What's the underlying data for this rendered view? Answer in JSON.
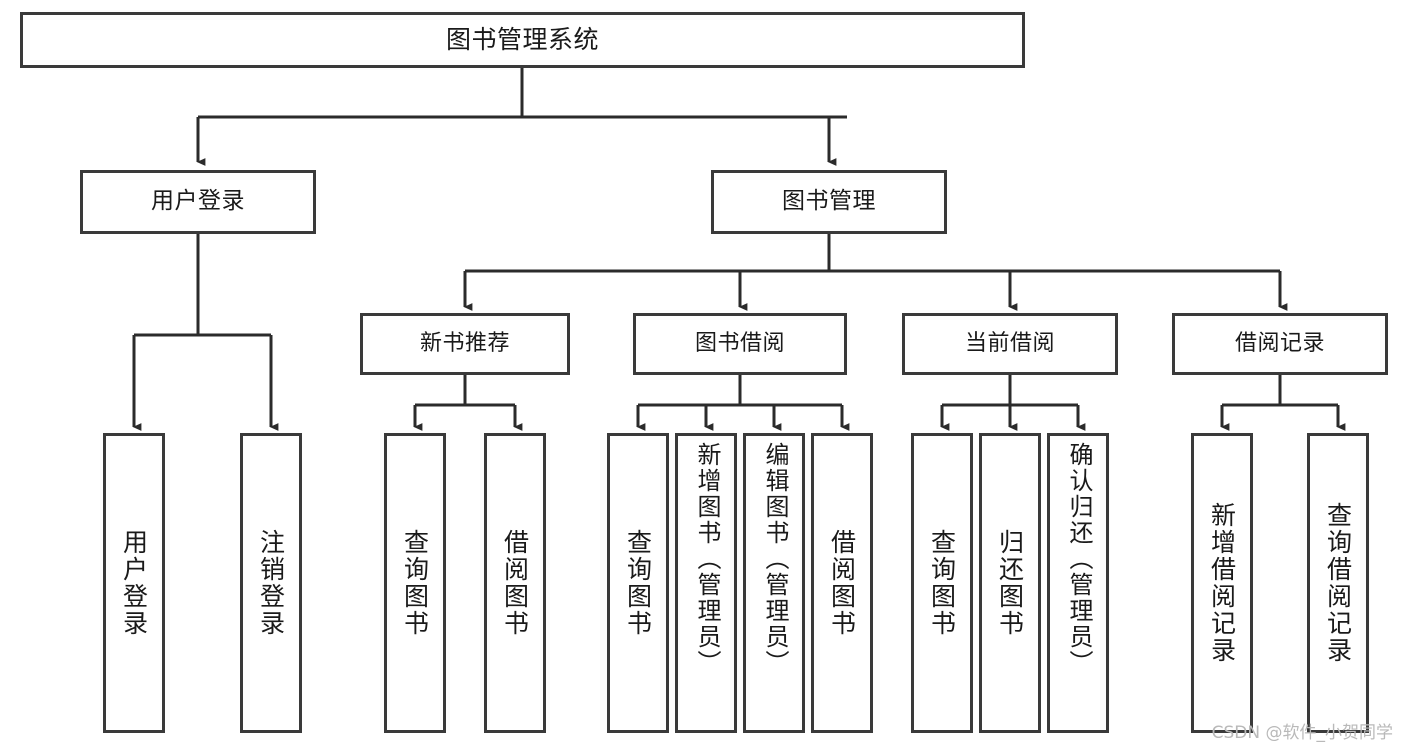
{
  "diagram": {
    "title": "图书管理系统",
    "type": "功能结构图",
    "watermark": "CSDN @软件_小贺同学",
    "colors": {
      "border": "#3a3a3a",
      "background": "#ffffff",
      "text": "#1a1a1a",
      "edge": "#2b2b2b",
      "watermark": "#b9b9b9"
    }
  },
  "nodes": {
    "root": {
      "label": "图书管理系统"
    },
    "level1": [
      {
        "label": "用户登录"
      },
      {
        "label": "图书管理"
      }
    ],
    "level2": [
      {
        "label": "新书推荐"
      },
      {
        "label": "图书借阅"
      },
      {
        "label": "当前借阅"
      },
      {
        "label": "借阅记录"
      }
    ],
    "leaves": {
      "user_login": [
        {
          "label": "用户登录"
        },
        {
          "label": "注销登录"
        }
      ],
      "new_book_recommend": [
        {
          "label": "查询图书"
        },
        {
          "label": "借阅图书"
        }
      ],
      "book_borrow": [
        {
          "label": "查询图书"
        },
        {
          "label": "新增图书（管理员）"
        },
        {
          "label": "编辑图书（管理员）"
        },
        {
          "label": "借阅图书"
        }
      ],
      "current_borrow": [
        {
          "label": "查询图书"
        },
        {
          "label": "归还图书"
        },
        {
          "label": "确认归还（管理员）"
        }
      ],
      "borrow_record": [
        {
          "label": "新增借阅记录"
        },
        {
          "label": "查询借阅记录"
        }
      ]
    }
  }
}
